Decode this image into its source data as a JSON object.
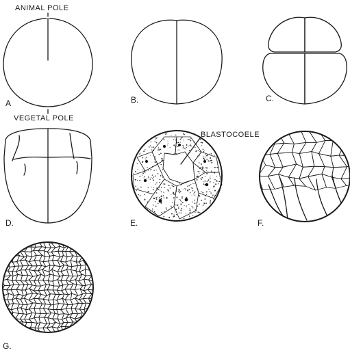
{
  "labels": {
    "animal_pole": "ANIMAL POLE",
    "vegetal_pole": "VEGETAL POLE",
    "blastocoele": "BLASTOCOELE"
  },
  "panels": [
    {
      "id": "A",
      "letter": "A"
    },
    {
      "id": "B",
      "letter": "B."
    },
    {
      "id": "C",
      "letter": "C."
    },
    {
      "id": "D",
      "letter": "D."
    },
    {
      "id": "E",
      "letter": "E."
    },
    {
      "id": "F",
      "letter": "F."
    },
    {
      "id": "G",
      "letter": "G."
    }
  ]
}
